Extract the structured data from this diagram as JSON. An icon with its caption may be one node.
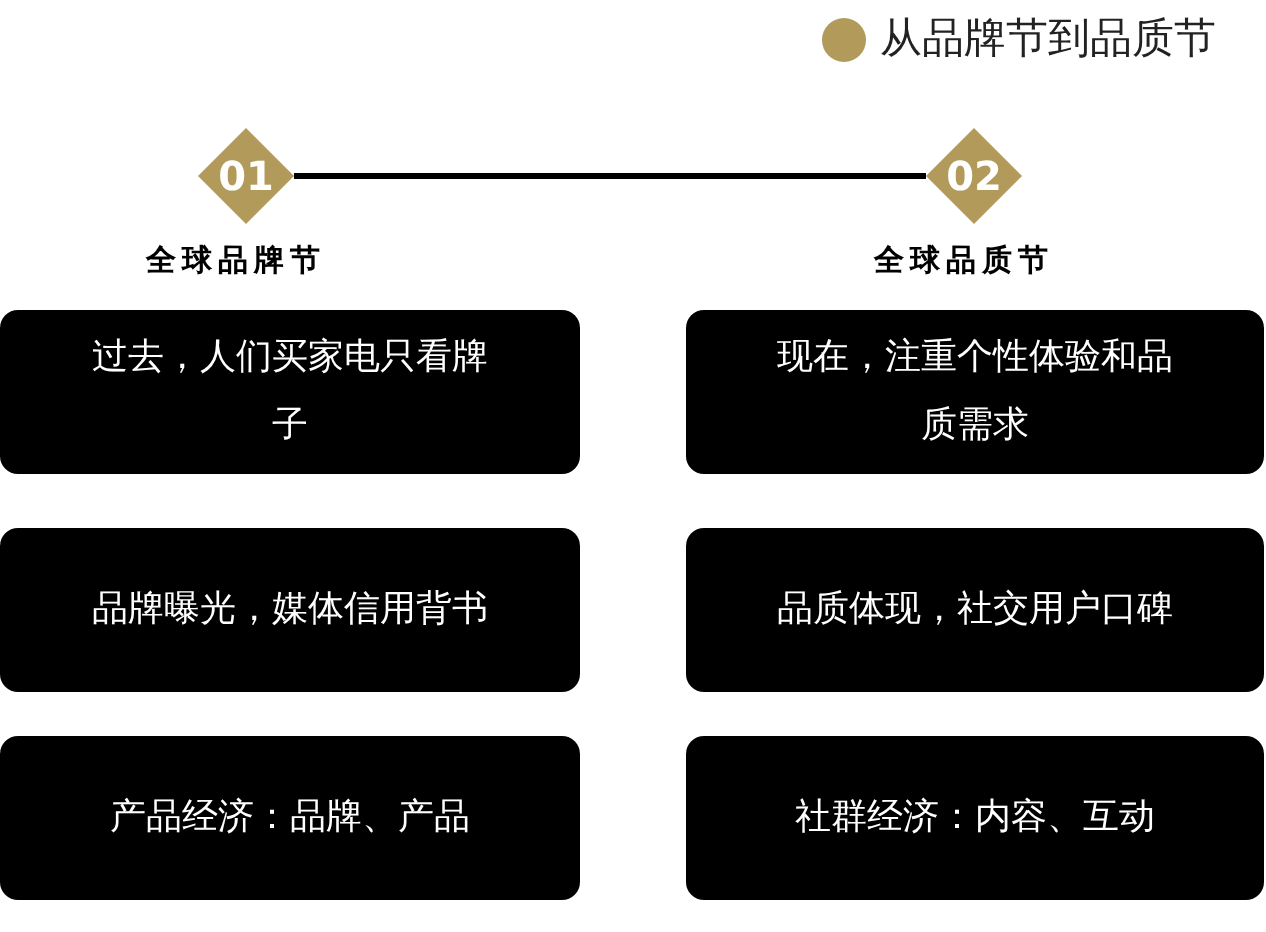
{
  "diagram": {
    "title": "从品牌节到品质节",
    "nodes": [
      {
        "text": [
          "01"
        ],
        "beside": [
          "全球品牌节"
        ]
      },
      {
        "text": [
          "02"
        ],
        "beside": [
          "全球品质节"
        ]
      },
      {
        "text": [
          "过去，人们买家电只看牌子"
        ]
      },
      {
        "text": [
          "现在，注重个性体验和品质需求"
        ]
      },
      {
        "text": [
          "品牌曝光，媒体信用背书"
        ]
      },
      {
        "text": [
          "品质体现，社交用户口碑"
        ]
      },
      {
        "text": [
          "产品经济：品牌、产品"
        ]
      },
      {
        "text": [
          "社群经济：内容、互动"
        ]
      }
    ],
    "edges": [
      {
        "from": 0,
        "to": 1,
        "arrow": "none"
      }
    ]
  }
}
